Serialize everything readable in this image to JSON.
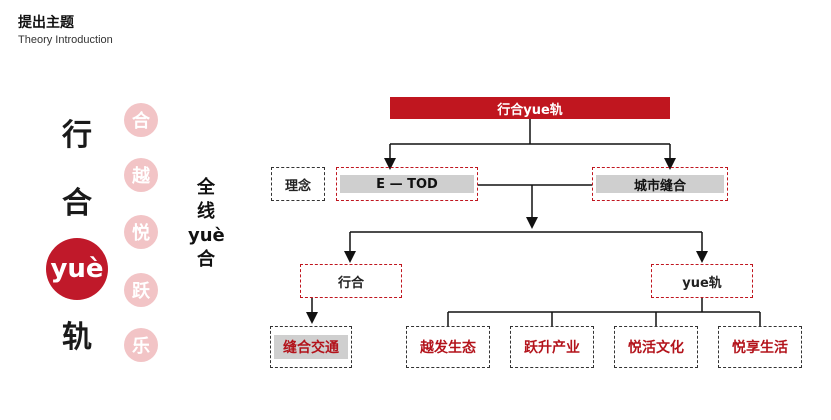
{
  "header": {
    "title": "提出主题",
    "subtitle": "Theory Introduction"
  },
  "left_word": {
    "chars": [
      "行",
      "合",
      "yuè",
      "轨"
    ],
    "circles": [
      "合",
      "越",
      "悦",
      "跃",
      "乐"
    ],
    "vertical_text": [
      "全",
      "线",
      "yuè",
      "合"
    ]
  },
  "diagram": {
    "root": "行合yue轨",
    "concept_label": "理念",
    "concepts": [
      "E — TOD",
      "城市缝合"
    ],
    "branches": [
      "行合",
      "yue轨"
    ],
    "leaf_left": "缝合交通",
    "leaves_right": [
      "越发生态",
      "跃升产业",
      "悦活文化",
      "悦享生活"
    ]
  },
  "colors": {
    "accent": "#c0161f",
    "pink": "#f2c4c6",
    "gray": "#cfcfcf"
  }
}
